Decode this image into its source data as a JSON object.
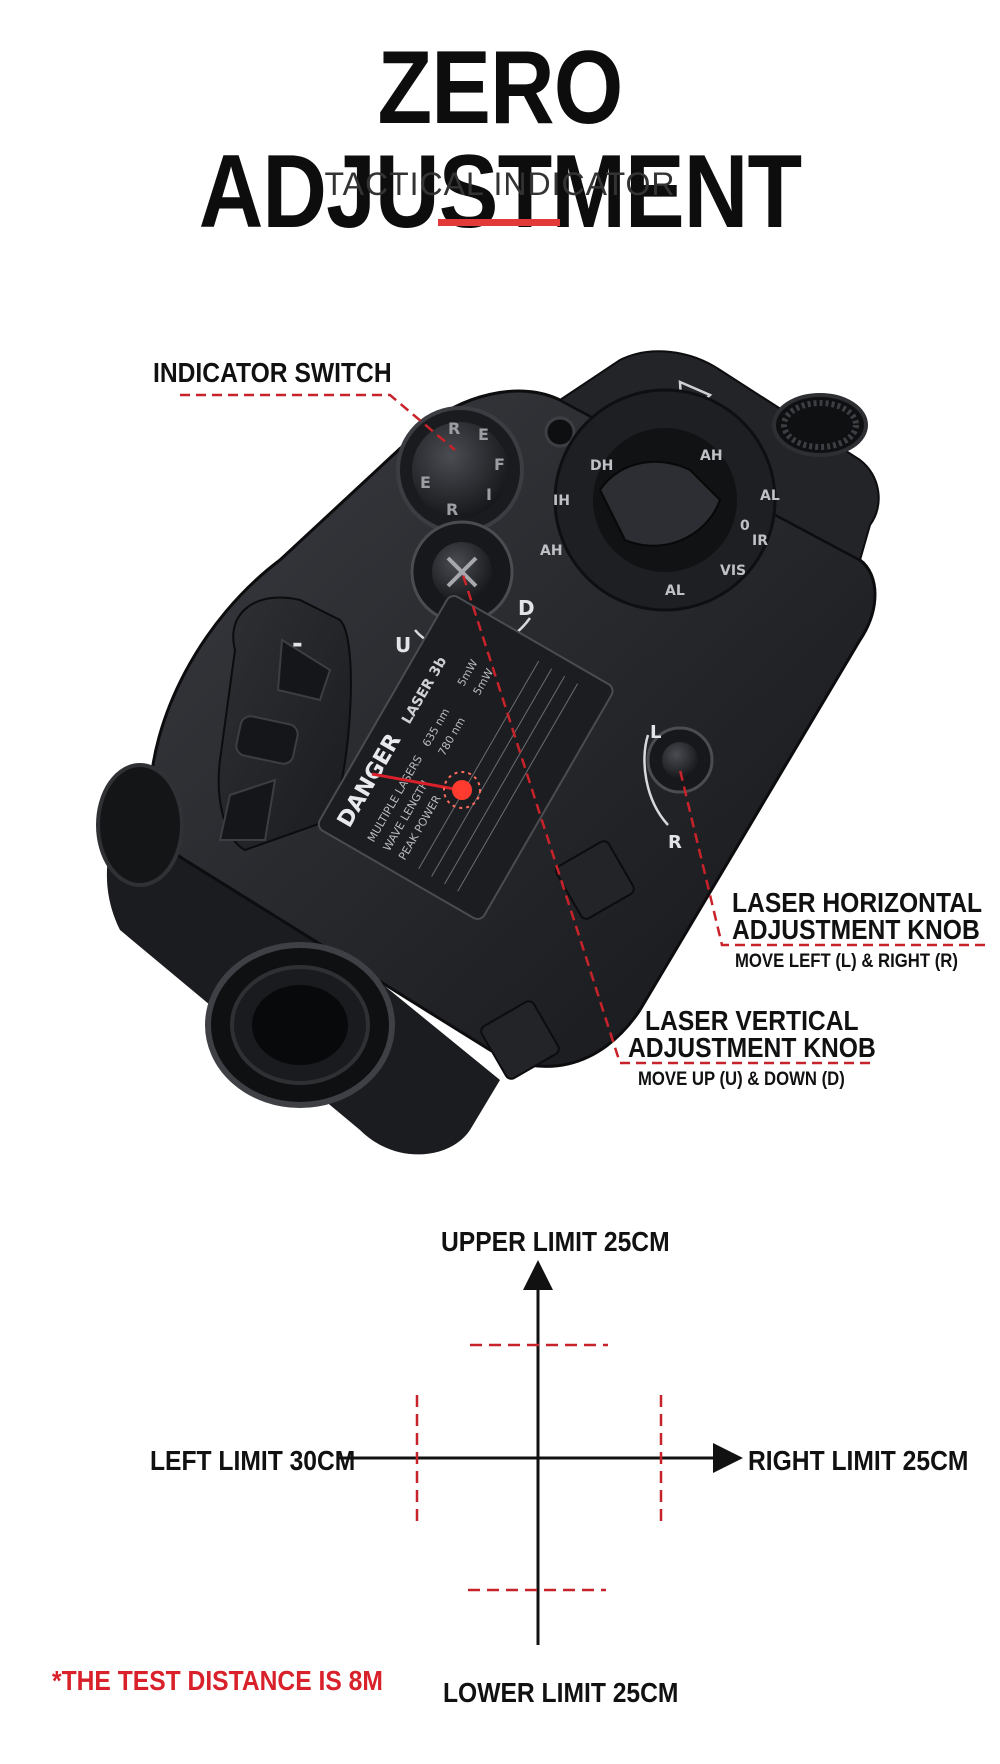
{
  "header": {
    "title": "ZERO ADJUSTMENT",
    "subtitle": "TACTICAL INDICATOR"
  },
  "device": {
    "switch_letters": [
      "R",
      "E",
      "F",
      "I",
      "R",
      "E"
    ],
    "selector_modes": [
      "AH",
      "IH",
      "DH",
      "AH",
      "AL",
      "IR",
      "VIS",
      "AL",
      "0"
    ],
    "vertical_knob_marks": [
      "U",
      "D"
    ],
    "horizontal_knob_marks": [
      "L",
      "R"
    ],
    "buttons": [
      "-",
      "+"
    ],
    "warning_label": {
      "heading": "DANGER",
      "product": "LASER 3b",
      "rows": [
        "MULTIPLE LASERS",
        "WAVE LENGTH",
        "PEAK POWER",
        "635 nm",
        "780 nm",
        "5mW",
        "5mW"
      ]
    }
  },
  "callouts": {
    "indicator_switch": "INDICATOR SWITCH",
    "horizontal_title_1": "LASER HORIZONTAL",
    "horizontal_title_2": "ADJUSTMENT KNOB",
    "horizontal_desc": "MOVE LEFT (L) & RIGHT (R)",
    "vertical_title_1": "LASER VERTICAL",
    "vertical_title_2": "ADJUSTMENT KNOB",
    "vertical_desc": "MOVE UP (U) & DOWN (D)"
  },
  "limits": {
    "upper": "UPPER LIMIT 25CM",
    "lower": "LOWER LIMIT 25CM",
    "left": "LEFT LIMIT 30CM",
    "right": "RIGHT LIMIT 25CM"
  },
  "note": "*THE TEST DISTANCE IS 8M",
  "colors": {
    "accent": "#e23a3a",
    "dashed": "#c8232a",
    "device_body": "#2a2c30",
    "device_dark": "#16171a"
  }
}
